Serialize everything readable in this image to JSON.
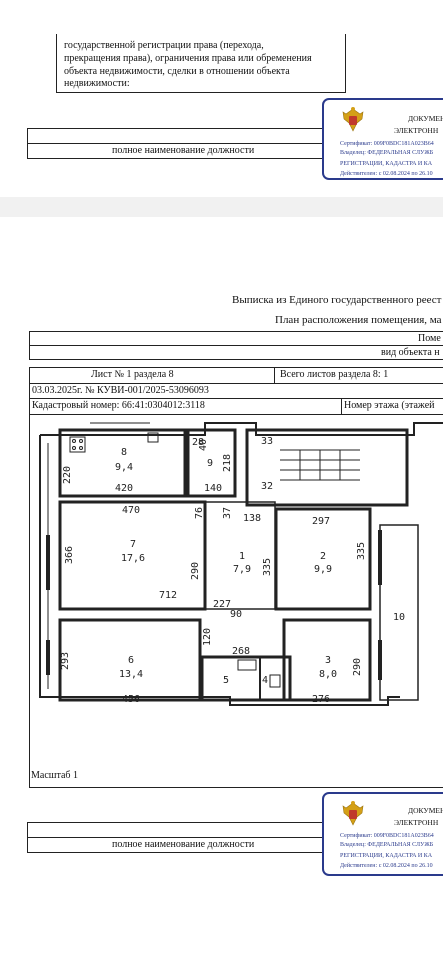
{
  "page1": {
    "fragment_text_lines": [
      "государственной регистрации права (перехода,",
      "прекращения права), ограничения права или обременения",
      "объекта недвижимости, сделки в отношении объекта",
      "недвижимости:"
    ],
    "position_label": "полное наименование должности"
  },
  "signature": {
    "title_line1": "ДОКУМЕН",
    "title_line2": "ЭЛЕКТРОНН",
    "certificate": "Сертификат: 009F0BDC181A023B64",
    "owner_line1": "Владелец: ФЕДЕРАЛЬНАЯ СЛУЖБ",
    "owner_line2": "РЕГИСТРАЦИИ, КАДАСТРА И КА",
    "valid": "Действителен: с 02.08.2024 по 26.10"
  },
  "page2": {
    "header_title": "Выписка из Единого государственного реест",
    "header_subtitle": "План расположения помещения, ма",
    "table_header_1": "Поме",
    "table_header_2": "вид объекта н",
    "sheet_label": "Лист № 1 раздела 8",
    "total_sheets": "Всего листов раздела 8: 1",
    "date_number": "03.03.2025г. № КУВИ-001/2025-53096093",
    "cadastral": "Кадастровый номер: 66:41:0304012:3118",
    "floor_label": "Номер этажа (этажей",
    "scale_label": "Масштаб 1",
    "position_label": "полное наименование должности"
  },
  "floorplan": {
    "rooms": [
      {
        "num": "8",
        "area": "9,4"
      },
      {
        "num": "9",
        "area": ""
      },
      {
        "num": "7",
        "area": "17,6"
      },
      {
        "num": "1",
        "area": "7,9"
      },
      {
        "num": "2",
        "area": "9,9"
      },
      {
        "num": "6",
        "area": "13,4"
      },
      {
        "num": "5",
        "area": ""
      },
      {
        "num": "4",
        "area": ""
      },
      {
        "num": "3",
        "area": "8,0"
      },
      {
        "num": "10",
        "area": ""
      }
    ],
    "dimensions": [
      "220",
      "420",
      "28",
      "40",
      "218",
      "140",
      "33",
      "32",
      "470",
      "76",
      "37",
      "138",
      "297",
      "366",
      "290",
      "335",
      "335",
      "712",
      "227",
      "90",
      "120",
      "268",
      "293",
      "290",
      "456",
      "276"
    ]
  }
}
